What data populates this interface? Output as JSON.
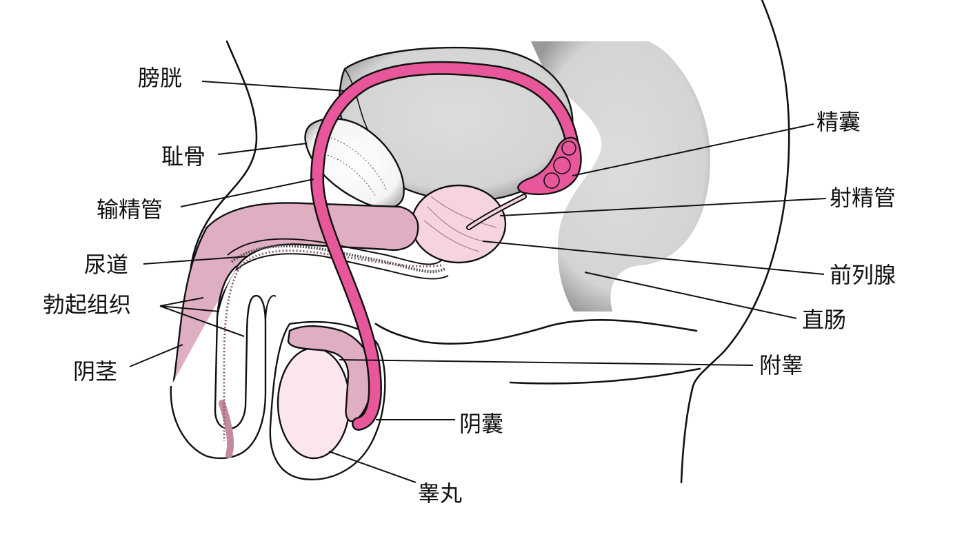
{
  "colors": {
    "background": "#ffffff",
    "gray_organ": "#dcdcdc",
    "gray_stipple": "#8a8a8a",
    "pink_dark": "#e8579a",
    "pink_mid": "#e0aec2",
    "pink_light": "#f5d3e0",
    "pink_pale": "#fbe6ee",
    "outline": "#111111"
  },
  "labels": {
    "bladder": "膀胱",
    "pubic_bone": "耻骨",
    "vas_deferens": "输精管",
    "urethra": "尿道",
    "erectile_tissue": "勃起组织",
    "penis": "阴茎",
    "seminal_vesicle": "精囊",
    "ejaculatory_duct": "射精管",
    "prostate": "前列腺",
    "rectum": "直肠",
    "epididymis": "附睾",
    "scrotum": "阴囊",
    "testis": "睾丸"
  }
}
